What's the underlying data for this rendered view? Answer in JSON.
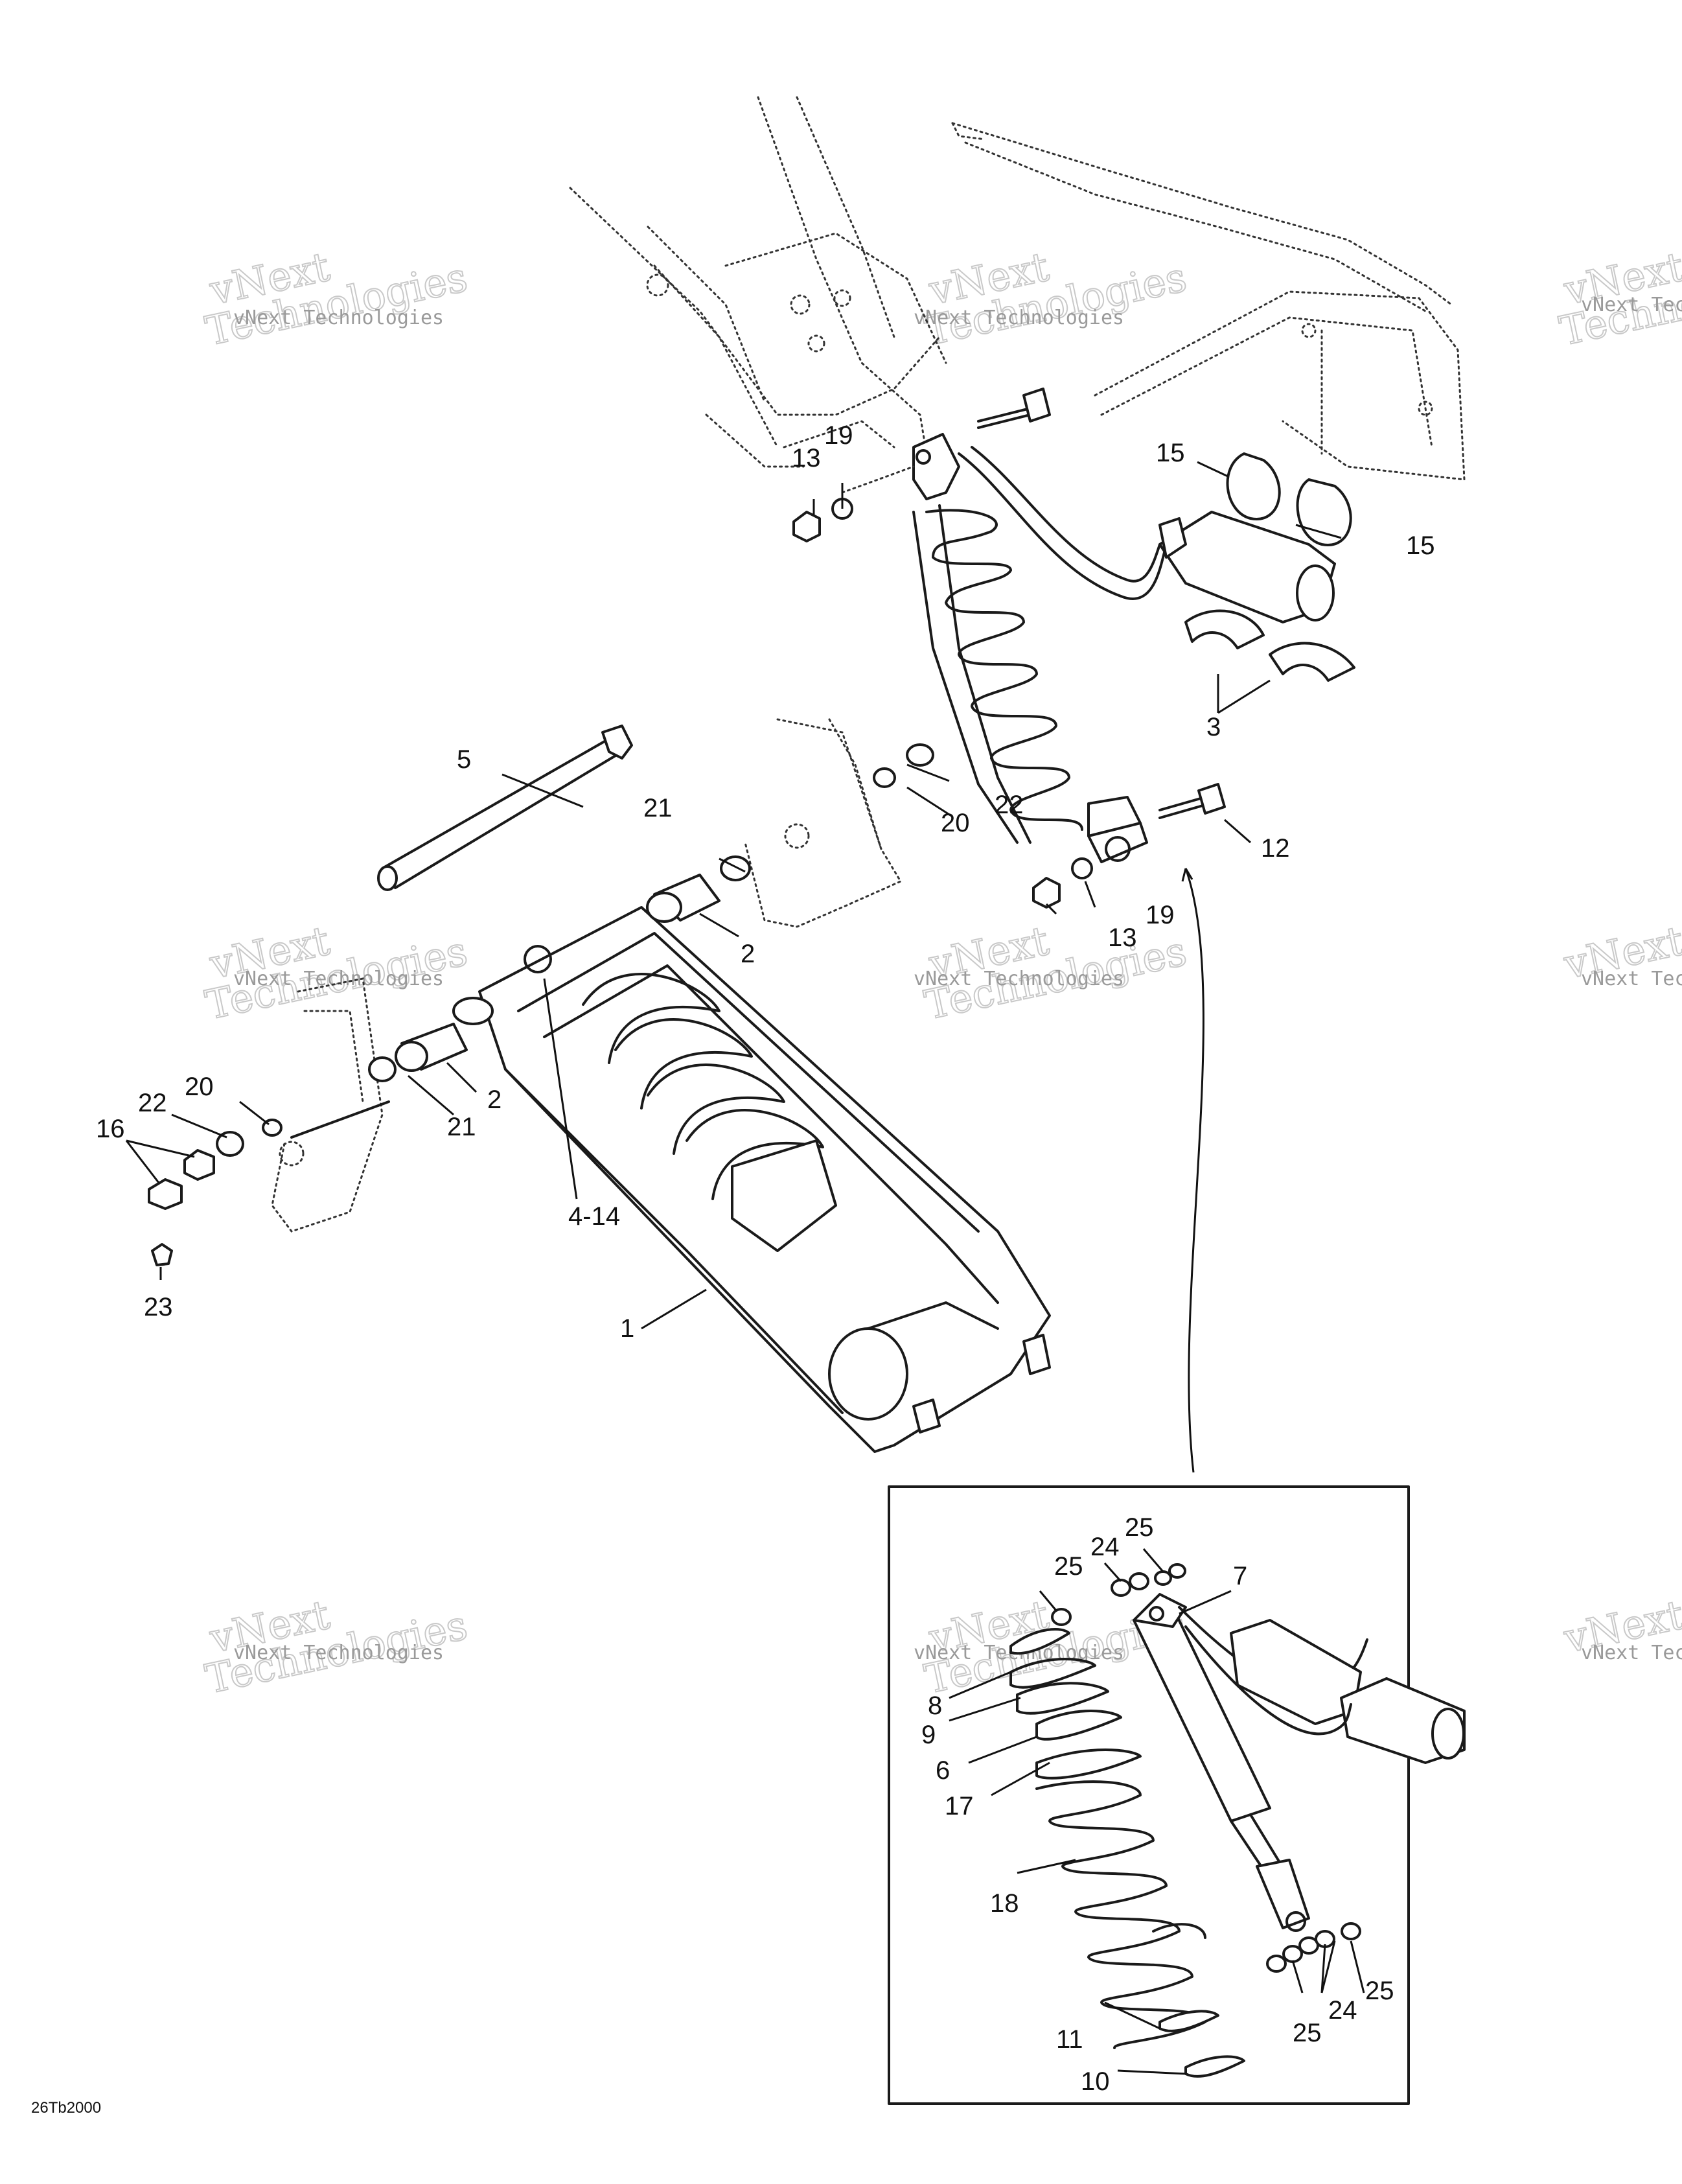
{
  "drawing_number": "26Tb2000",
  "watermark": {
    "small": "vNext Technologies",
    "large": "vNext\nTechnologies"
  },
  "callouts": {
    "c1": "1",
    "c2a": "2",
    "c2b": "2",
    "c3": "3",
    "c4_14": "4-14",
    "c5": "5",
    "c6": "6",
    "c7": "7",
    "c8": "8",
    "c9": "9",
    "c10": "10",
    "c11": "11",
    "c12": "12",
    "c13a": "13",
    "c13b": "13",
    "c15a": "15",
    "c15b": "15",
    "c16": "16",
    "c17": "17",
    "c18": "18",
    "c19a": "19",
    "c19b": "19",
    "c20a": "20",
    "c20b": "20",
    "c21a": "21",
    "c21b": "21",
    "c22a": "22",
    "c22b": "22",
    "c23": "23",
    "c24a": "24",
    "c24b": "24",
    "c25a": "25",
    "c25b": "25",
    "c25c": "25",
    "c25d": "25"
  }
}
